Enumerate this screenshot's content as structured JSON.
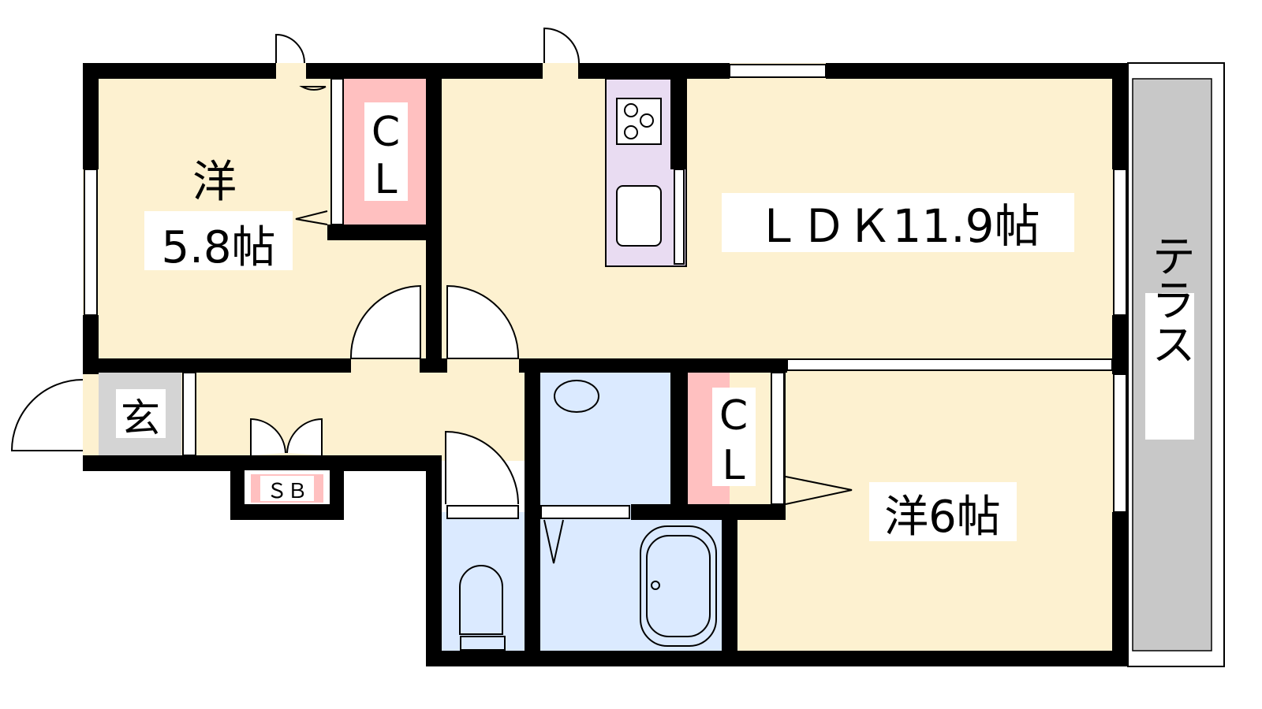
{
  "plan": {
    "room_western_1": {
      "name": "洋",
      "size": "5.8帖"
    },
    "closet_1": {
      "c": "C",
      "l": "L"
    },
    "ldk": {
      "label": "ＬＤＫ11.9帖"
    },
    "entrance": {
      "label": "玄"
    },
    "shoe_box": {
      "label": "ＳＢ"
    },
    "closet_2": {
      "c": "C",
      "l": "L"
    },
    "room_western_2": {
      "label": "洋6帖"
    },
    "terrace": {
      "label": "テラス"
    }
  },
  "colors": {
    "room": "#fdf1d0",
    "wet": "#dbeaff",
    "closet": "#ffc0c0",
    "kitchen": "#e9dcf2",
    "entrance": "#d4d4d4",
    "terrace": "#c8c8c8"
  }
}
